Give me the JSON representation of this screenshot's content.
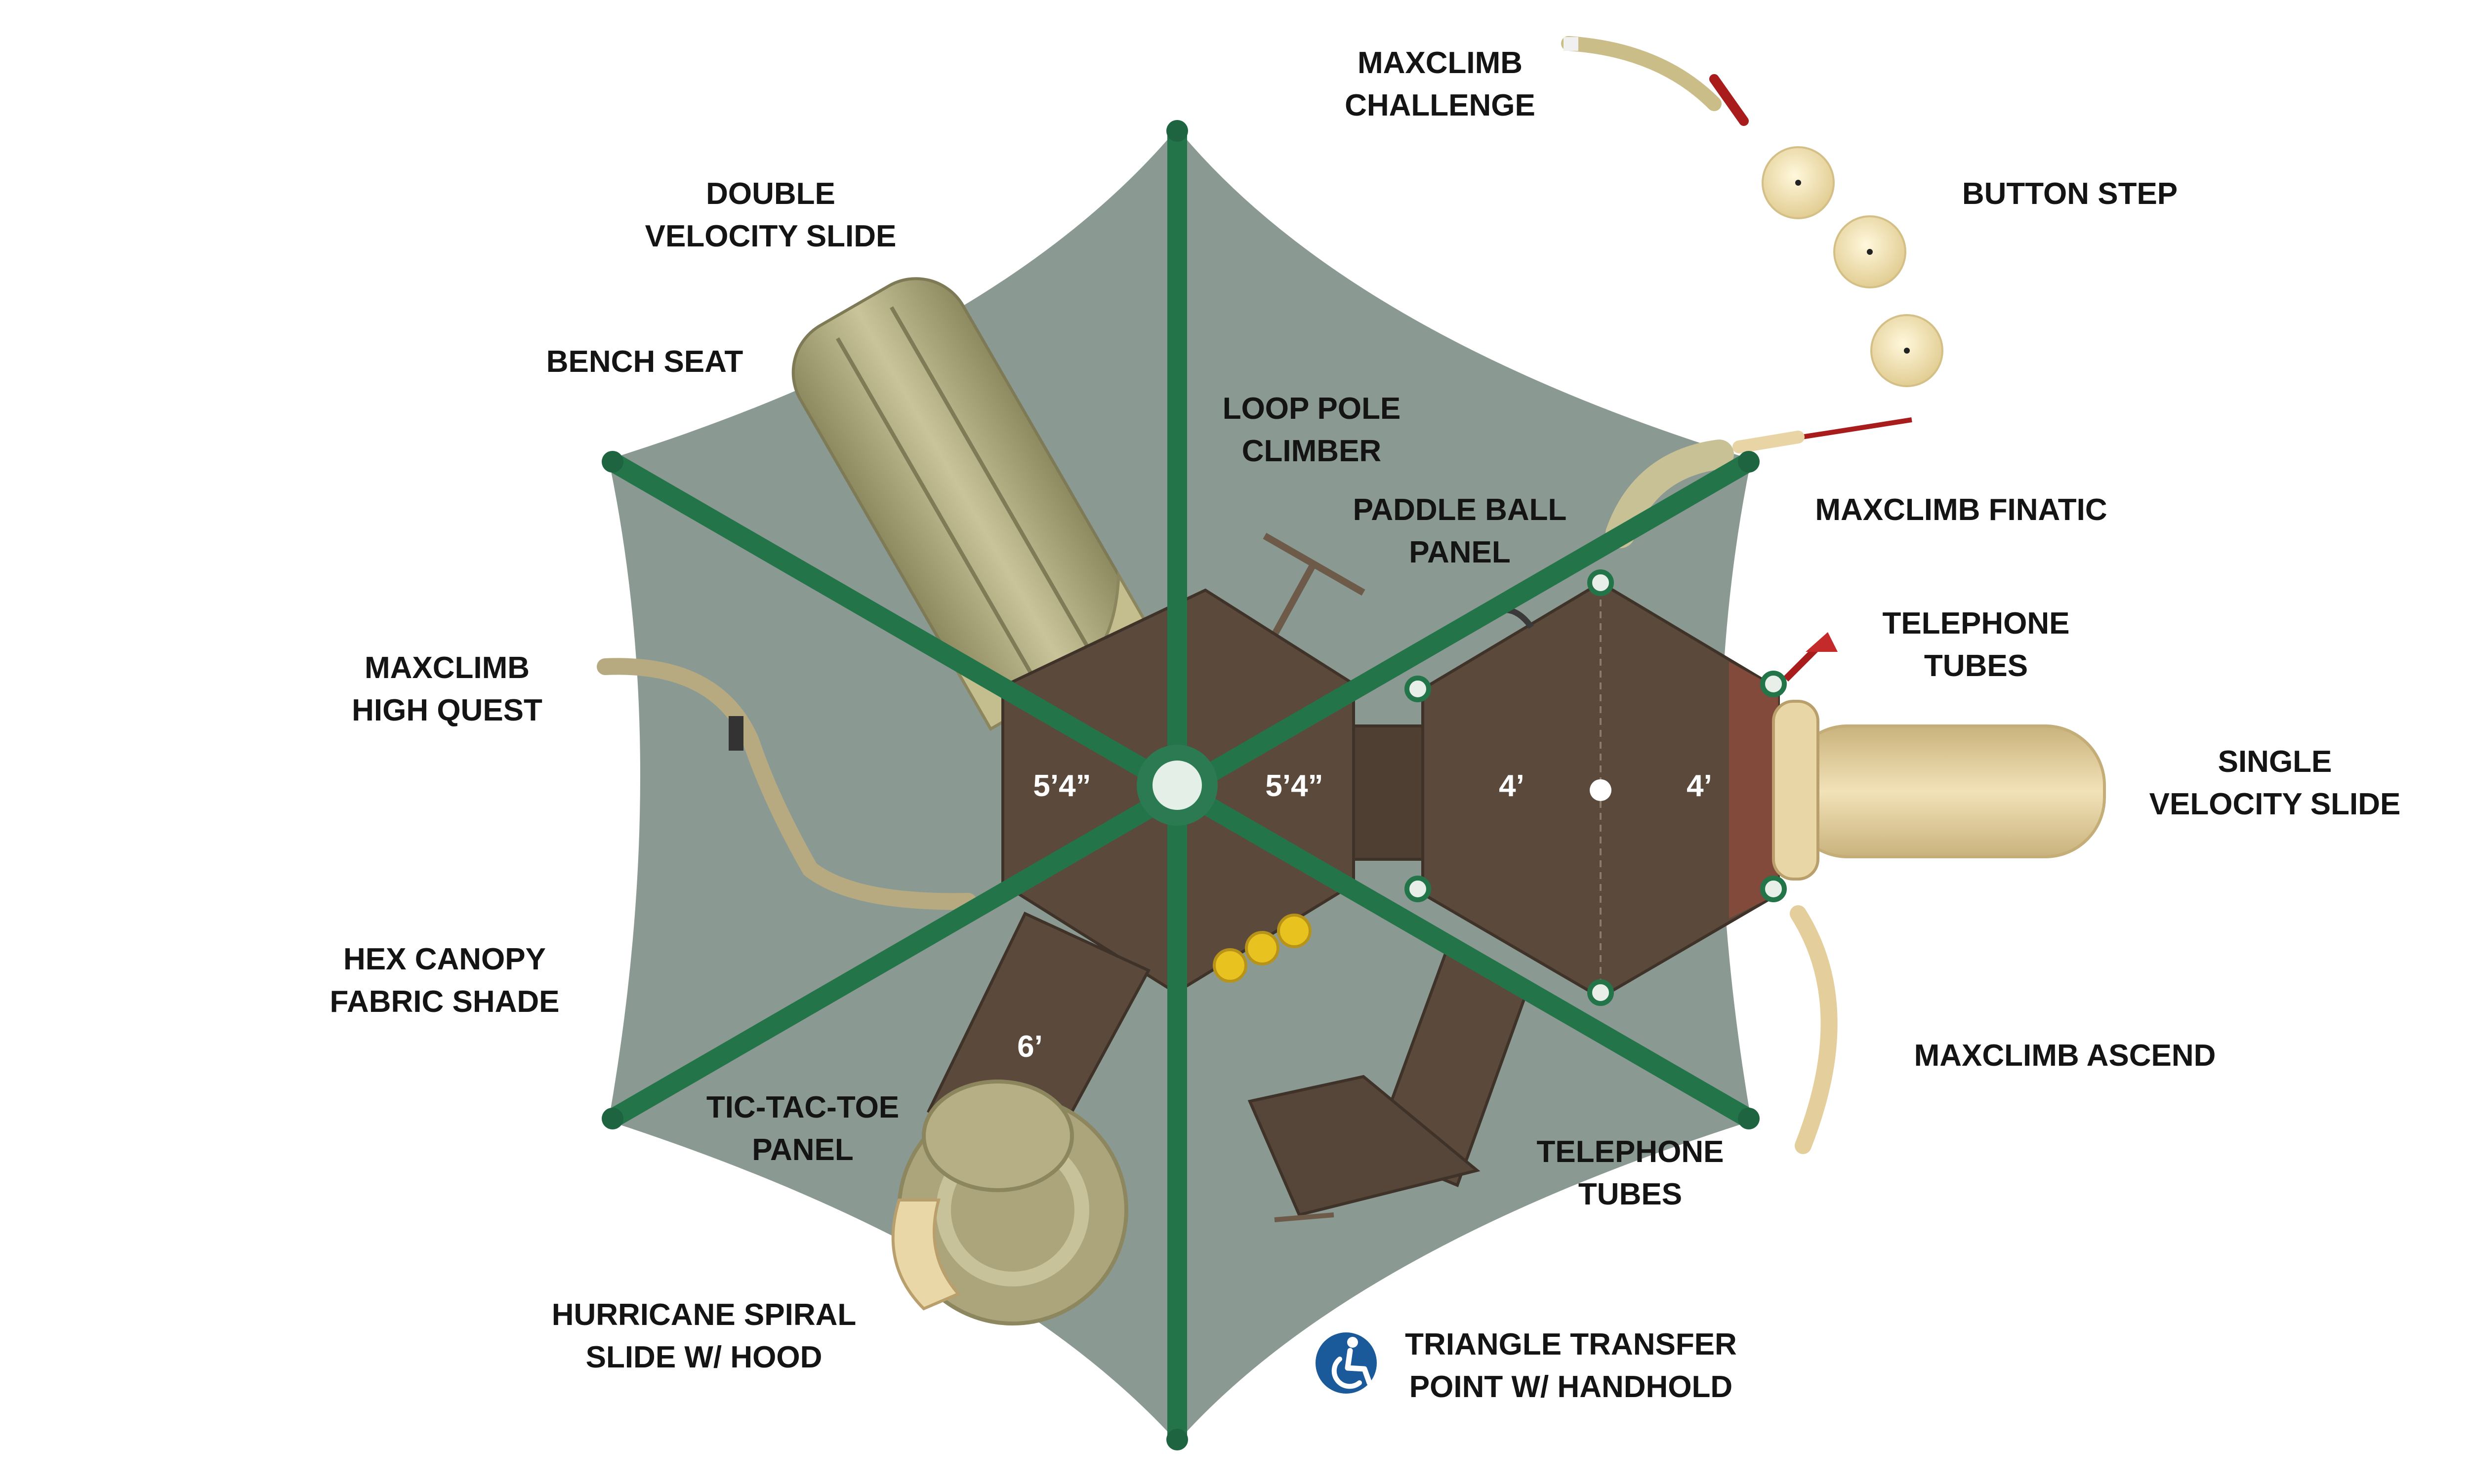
{
  "labels": {
    "maxclimb_challenge": [
      "MAXCLIMB",
      "CHALLENGE"
    ],
    "button_step": [
      "BUTTON STEP"
    ],
    "double_velocity_slide": [
      "DOUBLE",
      "VELOCITY SLIDE"
    ],
    "bench_seat": [
      "BENCH SEAT"
    ],
    "loop_pole_climber": [
      "LOOP POLE",
      "CLIMBER"
    ],
    "paddle_ball_panel": [
      "PADDLE BALL",
      "PANEL"
    ],
    "maxclimb_finatic": [
      "MAXCLIMB FINATIC"
    ],
    "telephone_tubes_right": [
      "TELEPHONE",
      "TUBES"
    ],
    "single_velocity_slide": [
      "SINGLE",
      "VELOCITY SLIDE"
    ],
    "maxclimb_high_quest": [
      "MAXCLIMB",
      "HIGH QUEST"
    ],
    "hex_canopy": [
      "HEX CANOPY",
      "FABRIC SHADE"
    ],
    "maxclimb_ascend": [
      "MAXCLIMB ASCEND"
    ],
    "tic_tac_toe_panel": [
      "TIC-TAC-TOE",
      "PANEL"
    ],
    "telephone_tubes_bottom": [
      "TELEPHONE",
      "TUBES"
    ],
    "hurricane_spiral_slide": [
      "HURRICANE SPIRAL",
      "SLIDE W/ HOOD"
    ],
    "triangle_transfer": [
      "TRIANGLE TRANSFER",
      "POINT W/ HANDHOLD"
    ]
  },
  "deck_heights": {
    "left_hex_left": "5’4”",
    "left_hex_right": "5’4”",
    "right_hex_left": "4’",
    "right_hex_right": "4’",
    "ramp": "6’"
  },
  "icons": {
    "accessibility": "wheelchair-accessibility-icon"
  },
  "colors": {
    "canopy": "#8a9a92",
    "frame": "#24744a",
    "deck": "#5b4a3c",
    "slide_olive": "#b3ae82",
    "slide_tan": "#e7d3a2",
    "accent_red": "#a81c1c",
    "access_blue": "#1a5a9a"
  }
}
